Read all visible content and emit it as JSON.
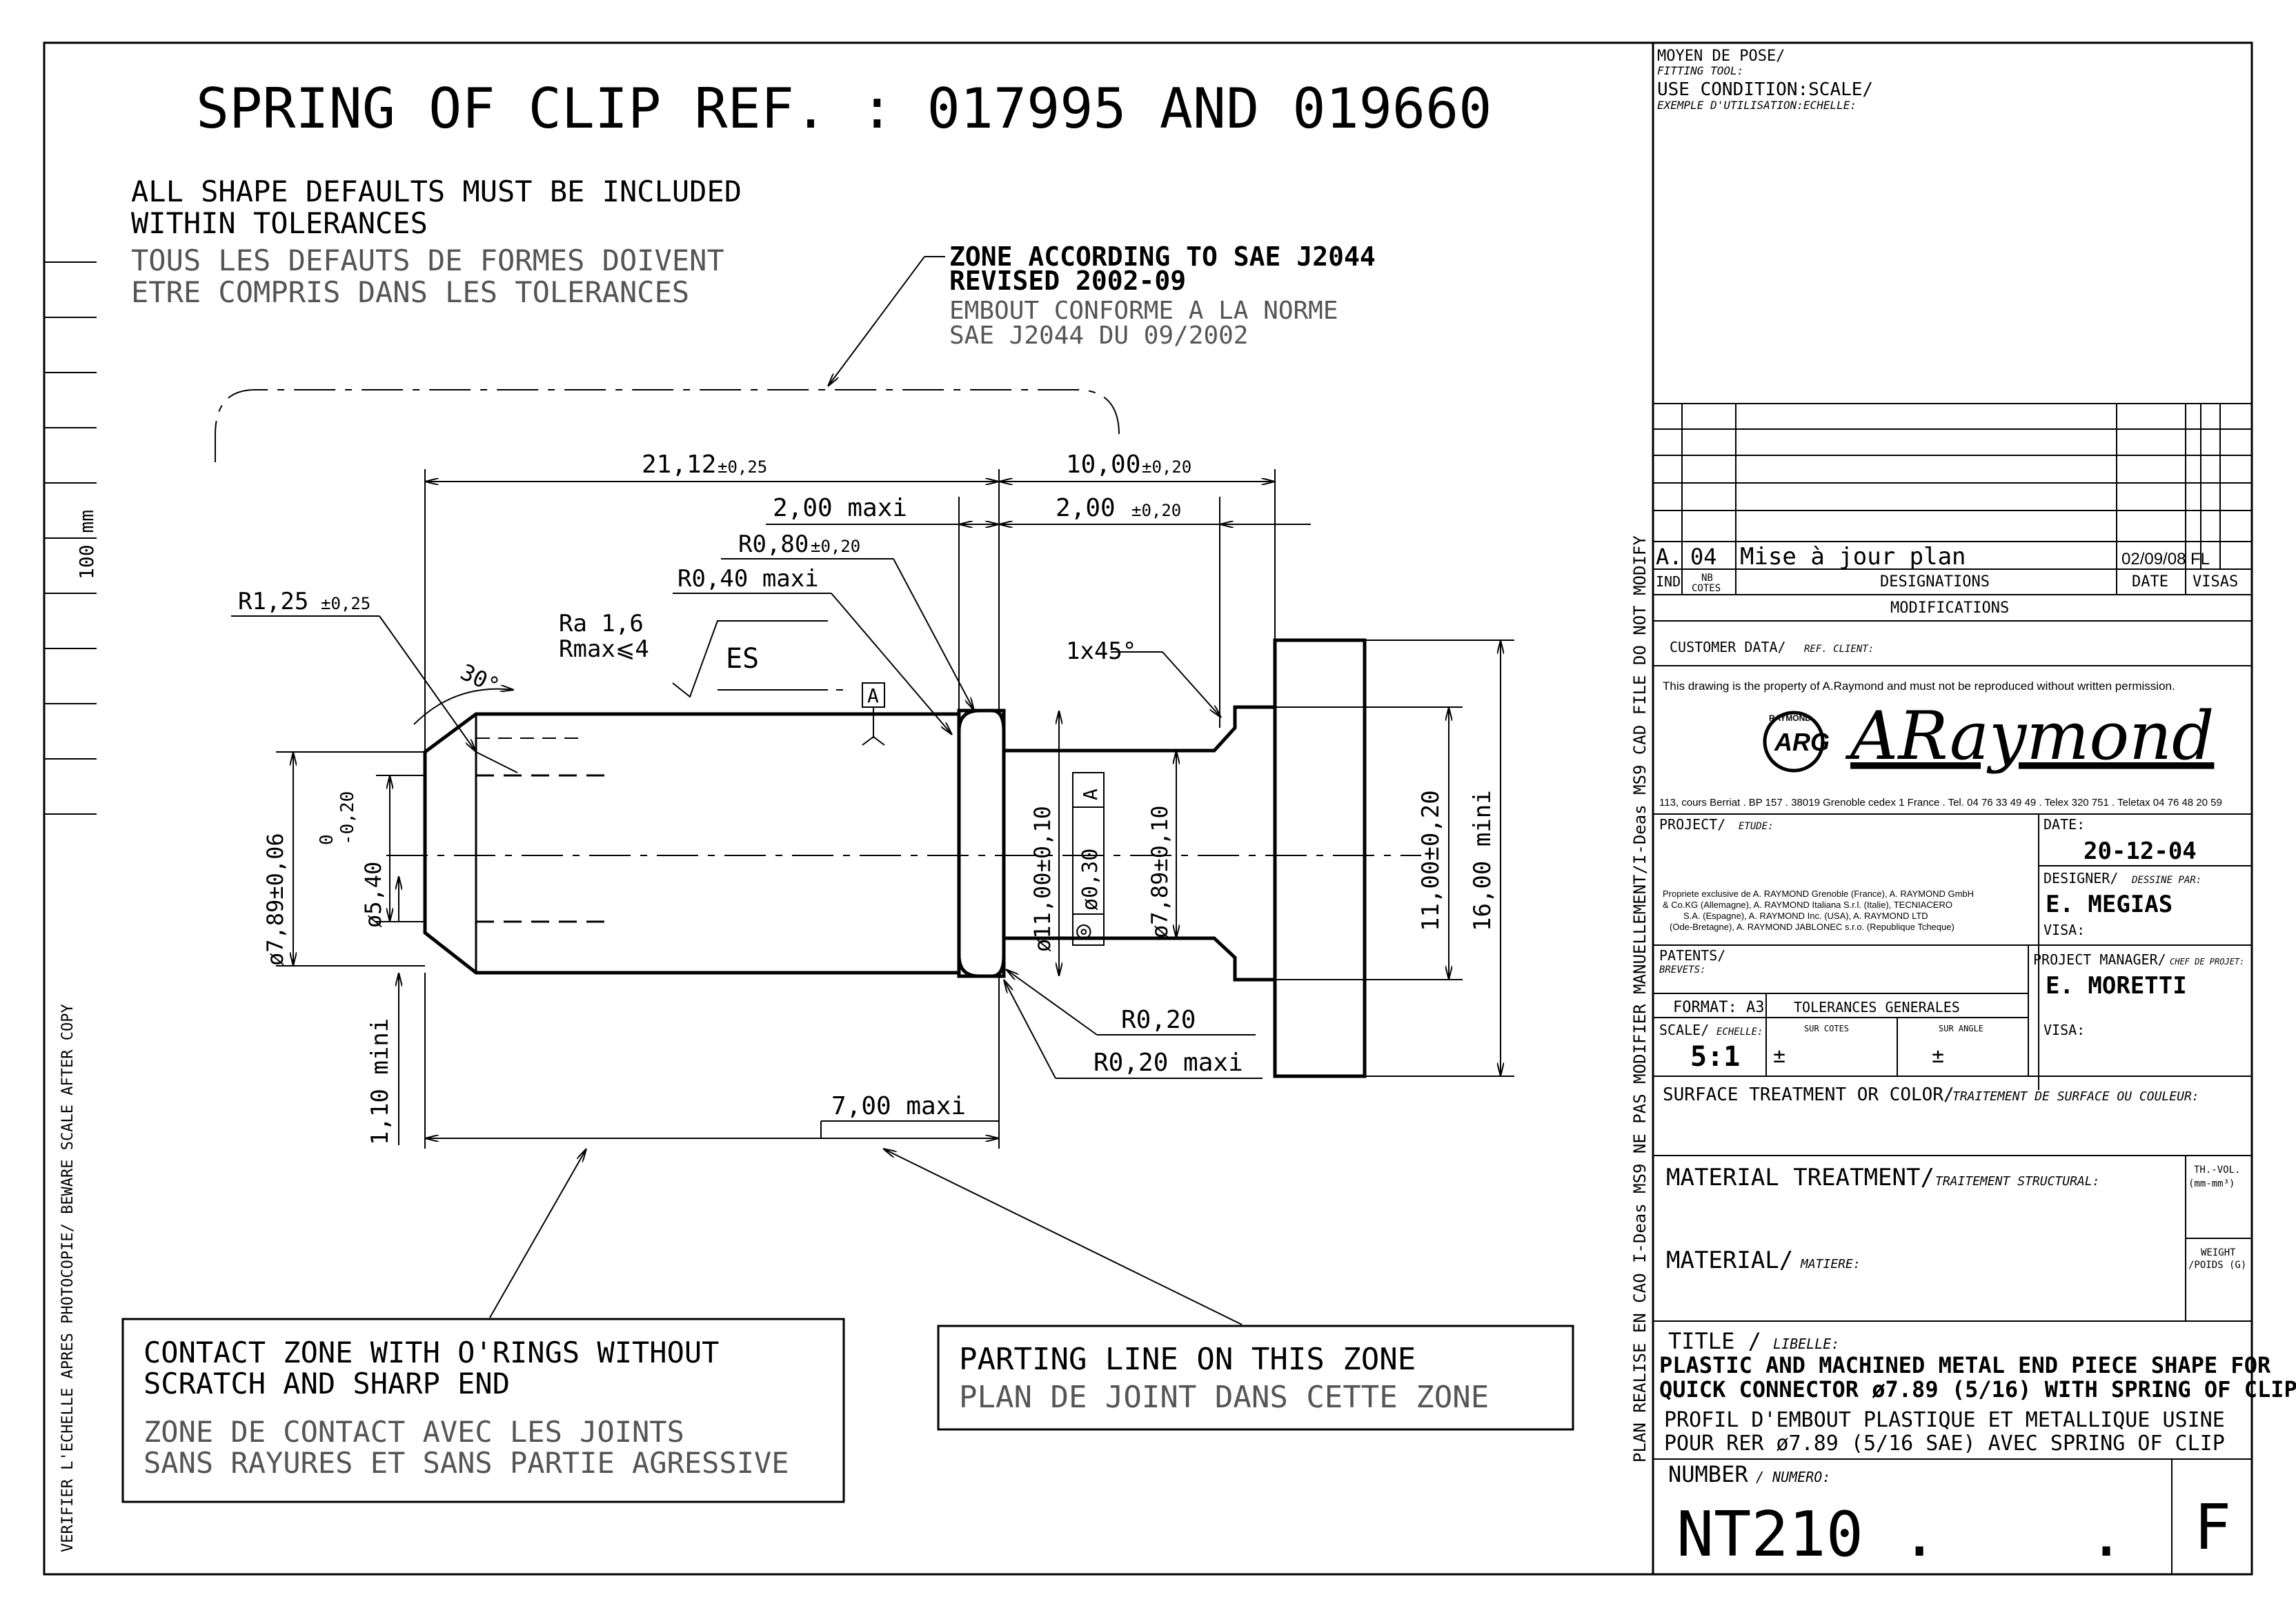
{
  "drawing": {
    "title": "SPRING OF CLIP REF. : 017995 AND 019660",
    "note_en": [
      "ALL SHAPE DEFAULTS MUST BE INCLUDED",
      "WITHIN TOLERANCES"
    ],
    "note_fr": [
      "TOUS LES DEFAUTS DE FORMES DOIVENT",
      "ETRE COMPRIS DANS LES TOLERANCES"
    ],
    "zone_en": [
      "ZONE ACCORDING TO SAE J2044",
      "REVISED 2002-09"
    ],
    "zone_fr": [
      "EMBOUT CONFORME A LA NORME",
      "SAE J2044 DU 09/2002"
    ],
    "contact_en": [
      "CONTACT ZONE WITH O'RINGS WITHOUT",
      "SCRATCH AND SHARP END"
    ],
    "contact_fr": [
      "ZONE DE CONTACT AVEC LES JOINTS",
      "SANS RAYURES ET SANS PARTIE AGRESSIVE"
    ],
    "parting_en": "PARTING LINE ON THIS ZONE",
    "parting_fr": "PLAN DE JOINT DANS CETTE ZONE",
    "scale_bar": "100 mm",
    "left_margin": "VERIFIER L'ECHELLE APRES PHOTOCOPIE/ BEWARE SCALE AFTER COPY",
    "right_margin": "PLAN REALISE EN CAO I-Deas MS9 NE PAS MODIFIER MANUELLEMENT/I-Deas MS9 CAD FILE DO NOT MODIFY"
  },
  "dims": {
    "d1_val": "21,12",
    "d1_tol": "±0,25",
    "d2_val": "10,00",
    "d2_tol": "±0,20",
    "d3": "2,00 maxi",
    "d4_val": "2,00",
    "d4_tol": "±0,20",
    "r1_val": "R0,80",
    "r1_tol": "±0,20",
    "r2": "R0,40 maxi",
    "r3_val": "R1,25",
    "r3_tol": "±0,25",
    "ra": "Ra 1,6",
    "rmax": "Rmax⩽4",
    "es": "ES",
    "datum": "A",
    "angle": "30°",
    "chamfer": "1x45°",
    "dia789": "ø7,89±0,06",
    "dia540": "ø5,40",
    "tol540_up": "0",
    "tol540_low": "-0,20",
    "dia1100": "ø11,00±0,10",
    "gtol_sym": "◎",
    "gtol_val": "ø0,30",
    "gtol_ref": "A",
    "dia789b": "ø7,89±0,10",
    "d1100": "11,00±0,20",
    "d1600": "16,00 mini",
    "d110": "1,10 mini",
    "r020": "R0,20",
    "r020m": "R0,20 maxi",
    "d700": "7,00 maxi"
  },
  "titleblock": {
    "fitting_tool": "MOYEN DE POSE/",
    "fitting_tool_en": "FITTING TOOL:",
    "use_condition": "USE CONDITION:SCALE/",
    "use_example": "EXEMPLE D'UTILISATION:ECHELLE:",
    "rev_ind": "A.",
    "rev_nb": "04",
    "rev_desc": "Mise à jour plan",
    "rev_date": "02/09/08",
    "rev_visa": "FL",
    "col_ind": "IND",
    "col_nb": "NB",
    "col_cotes": "COTES",
    "col_designations": "DESIGNATIONS",
    "col_date": "DATE",
    "col_visas": "VISAS",
    "modifications": "MODIFICATIONS",
    "customer_data": "CUSTOMER DATA/",
    "customer_ref": "REF. CLIENT:",
    "property": "This drawing is the property of A.Raymond and must not be reproduced without written permission.",
    "logo_seal": "ARG",
    "logo_seal_ring": "RAYMOND",
    "logo_text": "ARaymond",
    "address": "113, cours Berriat . BP 157 . 38019 Grenoble cedex 1 France . Tel. 04 76 33 49 49 . Telex 320 751 . Teletax 04 76 48 20 59",
    "project": "PROJECT/",
    "project_fr": "ETUDE:",
    "date_label": "DATE:",
    "date_val": "20-12-04",
    "designer": "DESIGNER/",
    "designer_fr": "DESSINE PAR:",
    "designer_name": "E. MEGIAS",
    "visa": "VISA:",
    "legal": [
      "Propriete exclusive de A. RAYMOND Grenoble (France), A. RAYMOND GmbH",
      "& Co.KG (Allemagne), A. RAYMOND Italiana S.r.l. (Italie), TECNIACERO",
      "S.A. (Espagne), A. RAYMOND Inc. (USA), A. RAYMOND LTD",
      "(Ode-Bretagne), A. RAYMOND JABLONEC s.r.o. (Republique Tcheque)"
    ],
    "patents": "PATENTS/",
    "patents_fr": "BREVETS:",
    "pm": "PROJECT MANAGER/",
    "pm_fr": "CHEF DE PROJET:",
    "pm_name": "E. MORETTI",
    "format": "FORMAT: A3",
    "tol_gen": "TOLERANCES GENERALES",
    "scale_label": "SCALE/",
    "scale_fr": "ECHELLE:",
    "scale_val": "5:1",
    "sur_cotes": "SUR COTES",
    "sur_angle": "SUR ANGLE",
    "pm1": "±",
    "pm2": "±",
    "surface": "SURFACE TREATMENT OR COLOR/",
    "surface_fr": "TRAITEMENT DE SURFACE OU COULEUR:",
    "mat_treat": "MATERIAL TREATMENT/",
    "mat_treat_fr": "TRAITEMENT STRUCTURAL:",
    "thvol": "TH.-VOL.",
    "thvol_unit": "(mm-mm³)",
    "material": "MATERIAL/",
    "material_fr": "MATIERE:",
    "weight": "WEIGHT",
    "weight_unit": "/POIDS (G)",
    "title_label": "TITLE /",
    "title_fr": "LIBELLE:",
    "title_en1": "PLASTIC AND MACHINED METAL END PIECE SHAPE FOR",
    "title_en2": "QUICK CONNECTOR ø7.89 (5/16) WITH SPRING OF CLIP",
    "title_fr1": "PROFIL D'EMBOUT PLASTIQUE ET METALLIQUE USINE",
    "title_fr2": "POUR RER ø7.89 (5/16 SAE) AVEC SPRING OF CLIP",
    "number_label": "NUMBER",
    "number_fr": "/ NUMERO:",
    "number_val": "NT210 .    .",
    "revision": "F"
  }
}
